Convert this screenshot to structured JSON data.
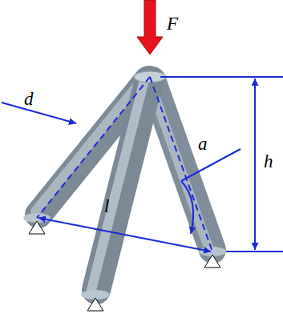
{
  "diagram": {
    "labels": [
      "F",
      "d",
      "h",
      "a",
      "l"
    ]
  }
}
